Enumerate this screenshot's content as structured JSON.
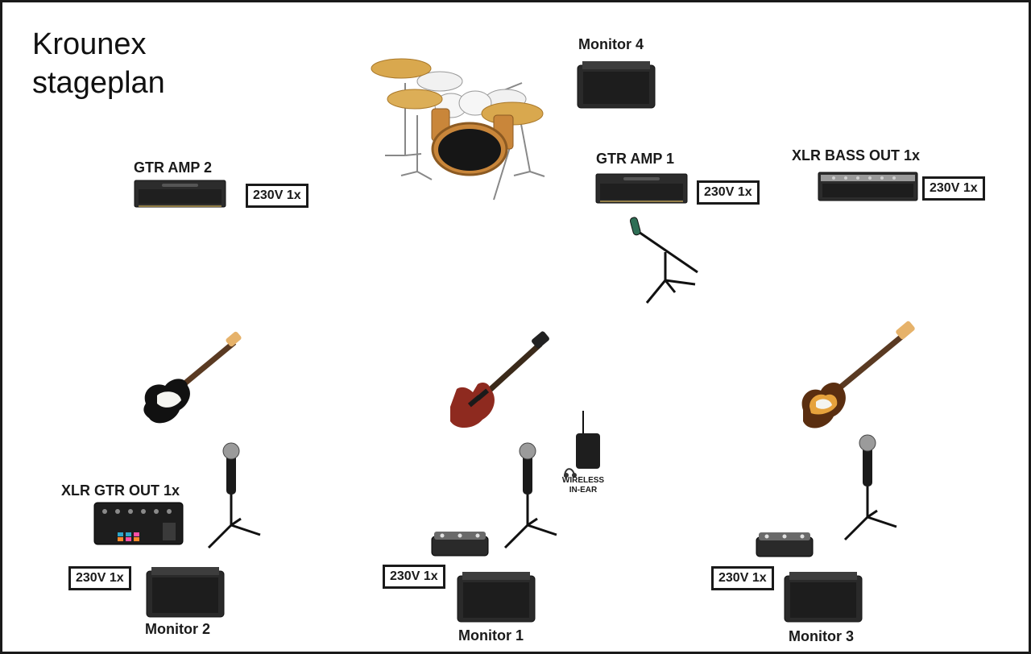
{
  "title_line1": "Krounex",
  "title_line2": "stageplan",
  "labels": {
    "monitor4": "Monitor 4",
    "gtr_amp2": "GTR AMP 2",
    "gtr_amp1": "GTR AMP 1",
    "xlr_bass_out": "XLR BASS OUT 1x",
    "xlr_gtr_out": "XLR GTR OUT 1x",
    "monitor2": "Monitor 2",
    "monitor1": "Monitor 1",
    "monitor3": "Monitor 3",
    "wireless_line1": "WIRELESS",
    "wireless_line2": "IN-EAR"
  },
  "power": {
    "gtr_amp2": "230V 1x",
    "gtr_amp1": "230V 1x",
    "bass": "230V 1x",
    "left": "230V 1x",
    "center": "230V 1x",
    "right": "230V 1x"
  }
}
